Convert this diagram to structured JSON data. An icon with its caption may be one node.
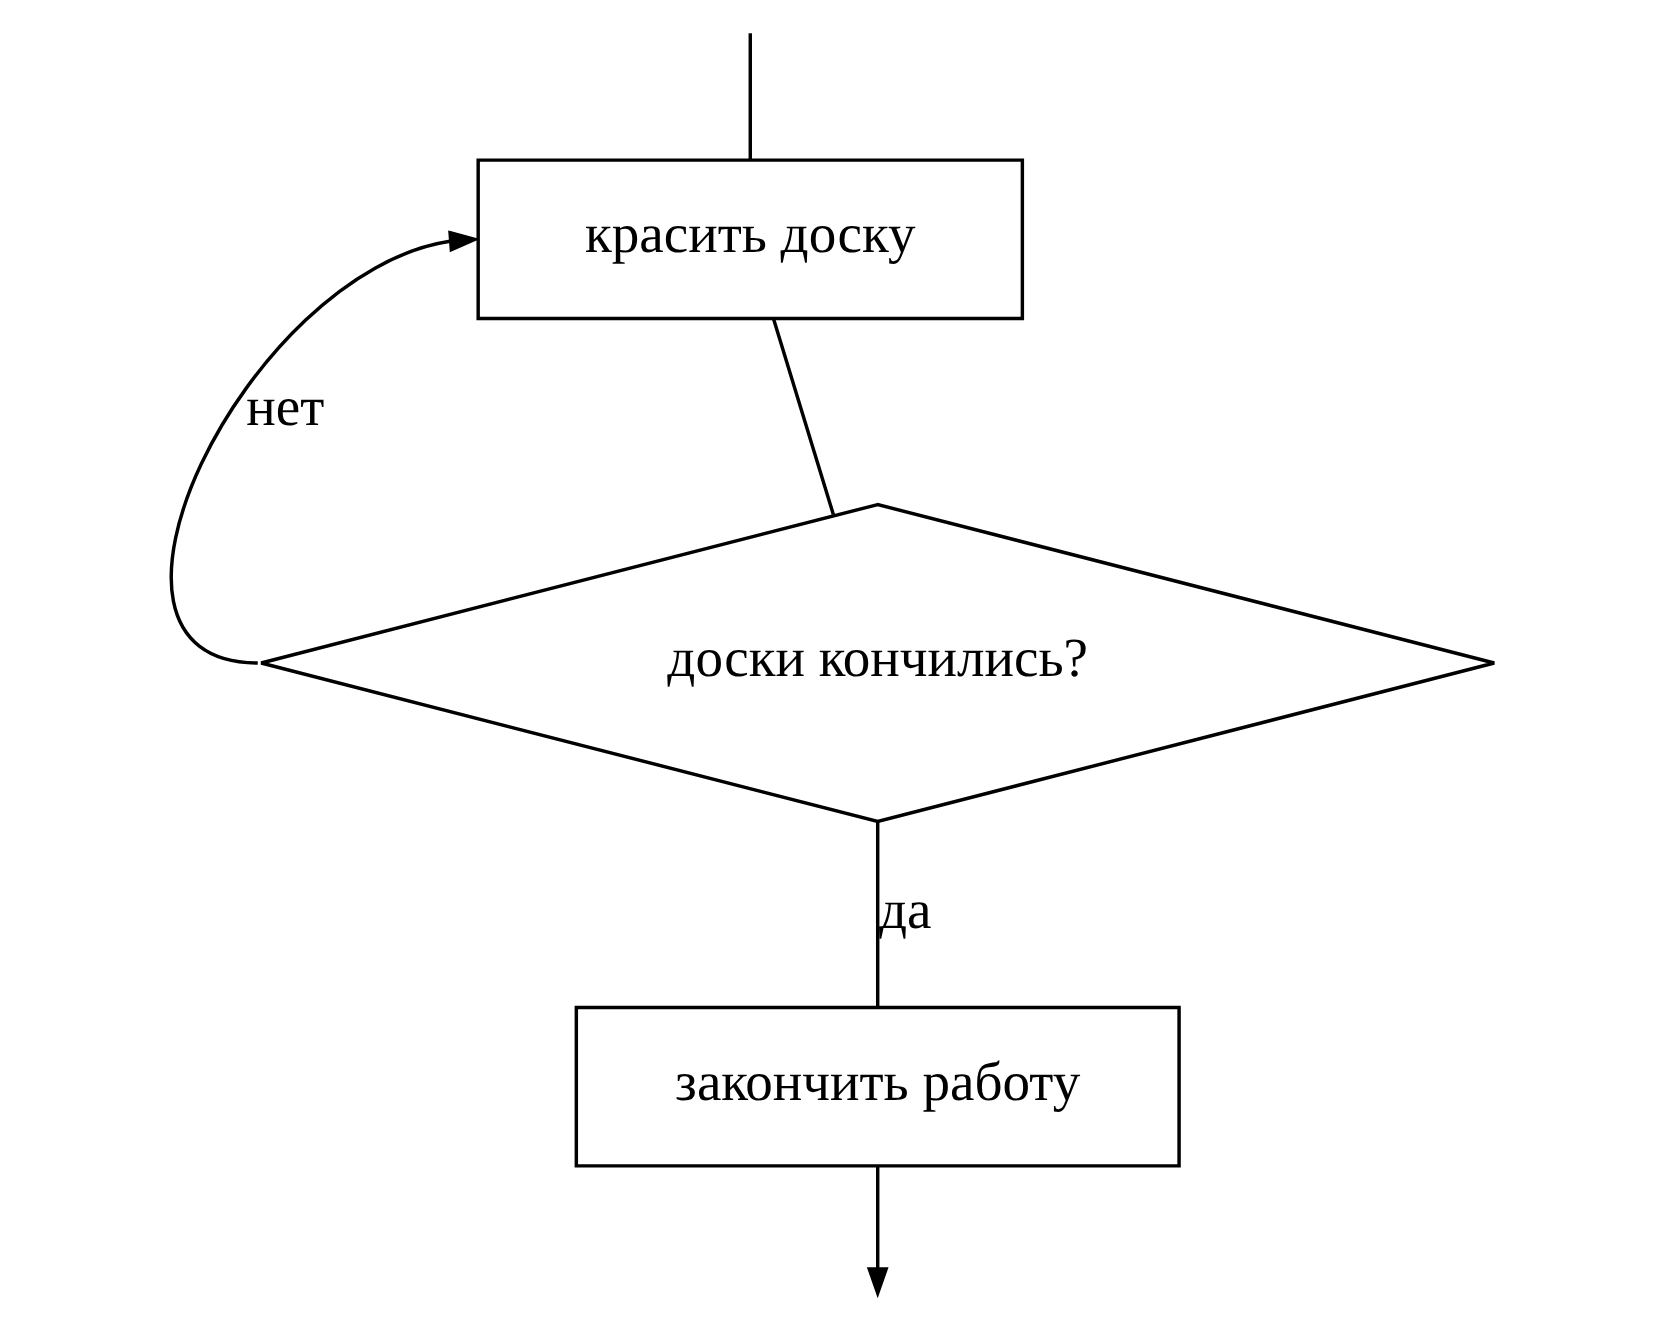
{
  "diagram": {
    "nodes": [
      {
        "text": [
          "красить доску"
        ]
      },
      {
        "text": [
          "доски кончились?"
        ]
      },
      {
        "text": [
          "закончить работу"
        ]
      }
    ],
    "edges": [
      {
        "from": null,
        "to": 0,
        "arrow": "none"
      },
      {
        "from": 0,
        "to": 1,
        "arrow": "none"
      },
      {
        "from": 1,
        "to": 2,
        "label": "да",
        "arrow": "none"
      },
      {
        "from": 1,
        "to": 0,
        "label": "нет",
        "arrow": "to"
      },
      {
        "from": 2,
        "to": null,
        "arrow": "to"
      }
    ]
  }
}
